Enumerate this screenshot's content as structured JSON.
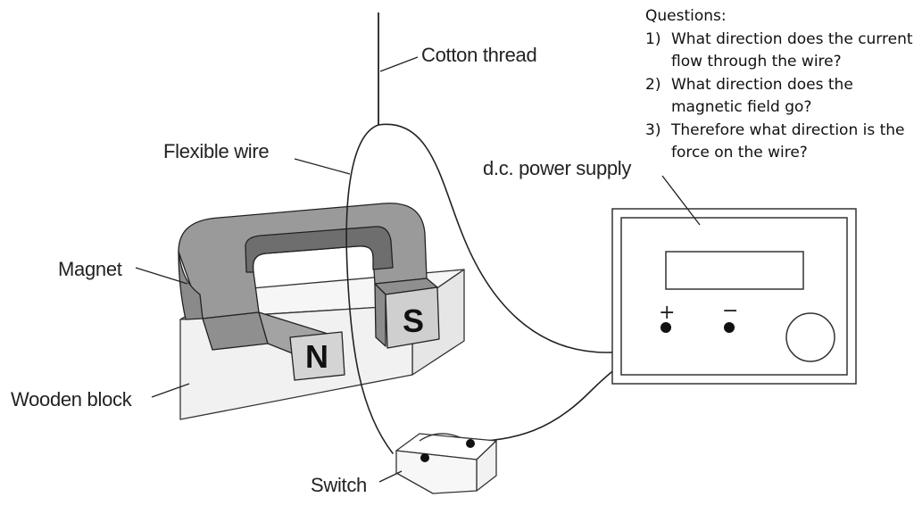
{
  "labels": {
    "cotton_thread": "Cotton thread",
    "flexible_wire": "Flexible wire",
    "power_supply": "d.c. power supply",
    "magnet": "Magnet",
    "wooden_block": "Wooden block",
    "switch": "Switch",
    "north_pole": "N",
    "south_pole": "S",
    "plus_terminal": "+",
    "minus_terminal": "−"
  },
  "questions": {
    "heading": "Questions:",
    "items": [
      {
        "number": "1)",
        "text": "What direction does the current flow through the wire?"
      },
      {
        "number": "2)",
        "text": "What direction does the magnetic field go?"
      },
      {
        "number": "3)",
        "text": "Therefore what direction is the force on the wire?"
      }
    ]
  }
}
